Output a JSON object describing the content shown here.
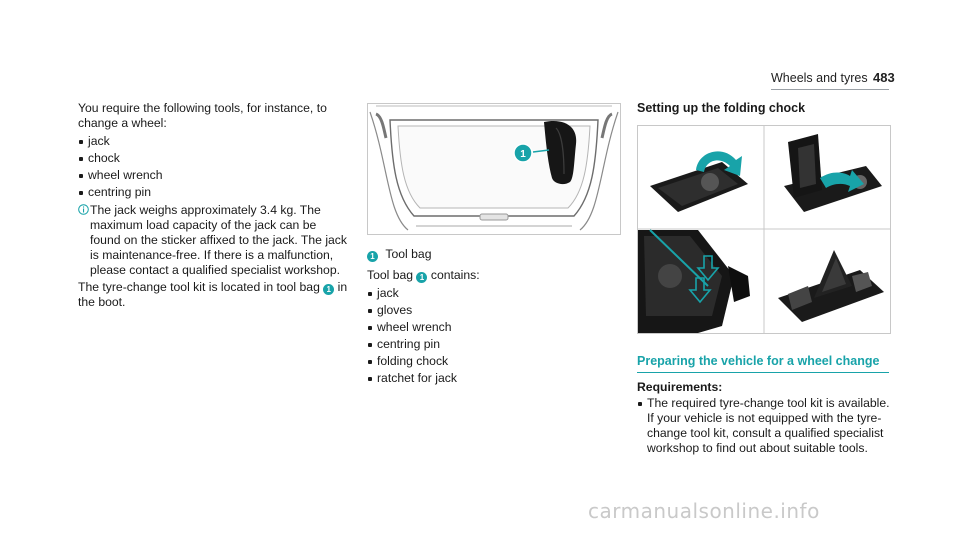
{
  "header": {
    "section": "Wheels and tyres",
    "page": "483"
  },
  "col1": {
    "intro": "You require the following tools, for instance, to change a wheel:",
    "tools": [
      "jack",
      "chock",
      "wheel wrench",
      "centring pin"
    ],
    "note": "The jack weighs approximately 3.4 kg. The maximum load capacity of the jack can be found on the sticker affixed to the jack. The jack is maintenance-free. If there is a malfunction, please contact a qualified specialist workshop.",
    "location_pre": "The tyre-change tool kit is located in tool bag",
    "location_badge": "1",
    "location_post": "in the boot."
  },
  "col2": {
    "fig_callout": "1",
    "legend_badge": "1",
    "legend_label": "Tool bag",
    "contains_pre": "Tool bag",
    "contains_badge": "1",
    "contains_post": "contains:",
    "items": [
      "jack",
      "gloves",
      "wheel wrench",
      "centring pin",
      "folding chock",
      "ratchet for jack"
    ]
  },
  "col3": {
    "heading": "Setting up the folding chock",
    "section_heading": "Preparing the vehicle for a wheel change",
    "req_title": "Requirements:",
    "req_text": "The required tyre-change tool kit is available. If your vehicle is not equipped with the tyre-change tool kit, consult a qualified specialist workshop to find out about suitable tools."
  },
  "colors": {
    "accent": "#18a3a9",
    "text": "#1a1a1a"
  },
  "watermark": "carmanualsonline.info"
}
